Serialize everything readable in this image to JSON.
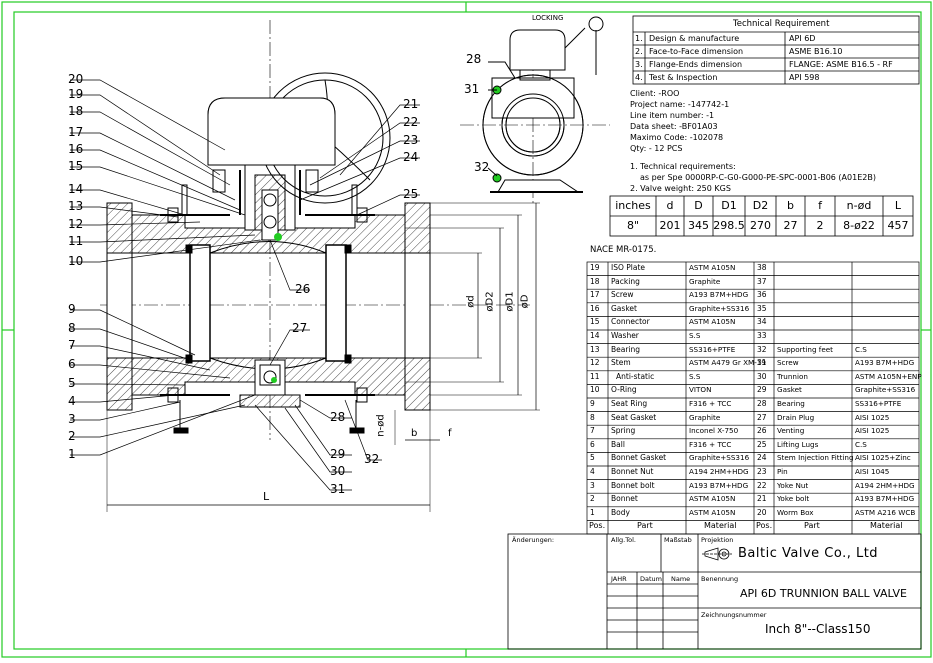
{
  "drawing": {
    "locking_label": "LOCKING",
    "callouts_left": [
      "20",
      "19",
      "18",
      "17",
      "16",
      "15",
      "14",
      "13",
      "12",
      "11",
      "10",
      "9",
      "8",
      "7",
      "6",
      "5",
      "4",
      "3",
      "2",
      "1"
    ],
    "callouts_right": [
      "21",
      "22",
      "23",
      "24",
      "25"
    ],
    "callouts_other": [
      "26",
      "27",
      "28",
      "29",
      "30",
      "31",
      "32"
    ],
    "side_view_callouts": [
      "28",
      "31",
      "32"
    ],
    "dimensions": [
      "ød",
      "øD2",
      "øD1",
      "øD",
      "L",
      "b",
      "f",
      "n-ød"
    ]
  },
  "tech_req": {
    "title": "Technical Requirement",
    "rows": [
      {
        "no": "1.",
        "item": "Design & manufacture",
        "value": "API 6D"
      },
      {
        "no": "2.",
        "item": "Face-to-Face dimension",
        "value": "ASME B16.10"
      },
      {
        "no": "3.",
        "item": "Flange-Ends dimension",
        "value": "FLANGE: ASME B16.5 - RF"
      },
      {
        "no": "4.",
        "item": "Test & Inspection",
        "value": "API 598"
      }
    ]
  },
  "order_info": [
    "Client: -ROO",
    "Project name: -147742-1",
    "Line item number: -1",
    "Data sheet:   -BF01A03",
    "Maximo Code: -102078",
    "Qty: - 12 PCS"
  ],
  "notes": [
    "1. Technical requirements:",
    "as per Spe 0000RP-C-G0-G000-PE-SPC-0001-B06 (A01E2B)",
    "2. Valve weight: 250 KGS"
  ],
  "dim_table": {
    "headers": [
      "inches",
      "d",
      "D",
      "D1",
      "D2",
      "b",
      "f",
      "n-ød",
      "L"
    ],
    "row": [
      "8\"",
      "201",
      "345",
      "298.5",
      "270",
      "27",
      "2",
      "8-ø22",
      "457"
    ]
  },
  "nace": "NACE MR-0175.",
  "parts_left": [
    [
      "19",
      "ISO Plate",
      "ASTM A105N"
    ],
    [
      "18",
      "Packing",
      "Graphite"
    ],
    [
      "17",
      "Screw",
      "A193 B7M+HDG"
    ],
    [
      "16",
      "Gasket",
      "Graphite+SS316"
    ],
    [
      "15",
      "Connector",
      "ASTM A105N"
    ],
    [
      "14",
      "Washer",
      "S.S"
    ],
    [
      "13",
      "Bearing",
      "SS316+PTFE"
    ],
    [
      "12",
      "Stem",
      "ASTM A479 Gr XM-19"
    ],
    [
      "11",
      "Anti-static",
      "S.S"
    ],
    [
      "10",
      "O-Ring",
      "VITON"
    ],
    [
      "9",
      "Seat Ring",
      "F316 + TCC"
    ],
    [
      "8",
      "Seat Gasket",
      "Graphite"
    ],
    [
      "7",
      "Spring",
      "Inconel X-750"
    ],
    [
      "6",
      "Ball",
      "F316 + TCC"
    ],
    [
      "5",
      "Bonnet Gasket",
      "Graphite+SS316"
    ],
    [
      "4",
      "Bonnet Nut",
      "A194 2HM+HDG"
    ],
    [
      "3",
      "Bonnet bolt",
      "A193 B7M+HDG"
    ],
    [
      "2",
      "Bonnet",
      "ASTM A105N"
    ],
    [
      "1",
      "Body",
      "ASTM A105N"
    ]
  ],
  "parts_right": [
    [
      "38",
      "",
      ""
    ],
    [
      "37",
      "",
      ""
    ],
    [
      "36",
      "",
      ""
    ],
    [
      "35",
      "",
      ""
    ],
    [
      "34",
      "",
      ""
    ],
    [
      "33",
      "",
      ""
    ],
    [
      "32",
      "Supporting feet",
      "C.S"
    ],
    [
      "31",
      "Screw",
      "A193 B7M+HDG"
    ],
    [
      "30",
      "Trunnion",
      "ASTM A105N+ENP"
    ],
    [
      "29",
      "Gasket",
      "Graphite+SS316"
    ],
    [
      "28",
      "Bearing",
      "SS316+PTFE"
    ],
    [
      "27",
      "Drain Plug",
      "AISI 1025"
    ],
    [
      "26",
      "Venting",
      "AISI 1025"
    ],
    [
      "25",
      "Lifting Lugs",
      "C.S"
    ],
    [
      "24",
      "Stem Injection Fitting",
      "AISI 1025+Zinc"
    ],
    [
      "23",
      "Pin",
      "AISI 1045"
    ],
    [
      "22",
      "Yoke Nut",
      "A194 2HM+HDG"
    ],
    [
      "21",
      "Yoke bolt",
      "A193 B7M+HDG"
    ],
    [
      "20",
      "Worm Box",
      "ASTM A216 WCB"
    ]
  ],
  "parts_footer": {
    "pos": "Pos.",
    "part": "Part",
    "material": "Material"
  },
  "title_block": {
    "changes": "Änderungen:",
    "tol": "Allg.Tol.",
    "scale": "Maßstab",
    "projection": "Projektion",
    "company": "Baltic Valve Co., Ltd",
    "year": "JAHR",
    "date": "Datum",
    "name": "Name",
    "designation_label": "Benennung",
    "designation": "API 6D TRUNNION BALL VALVE",
    "number_label": "Zeichnungsnummer",
    "number": "Inch 8\"--Class150"
  },
  "colors": {
    "frame": "#22cc22",
    "ink": "#000000",
    "marker": "#22cc22"
  }
}
